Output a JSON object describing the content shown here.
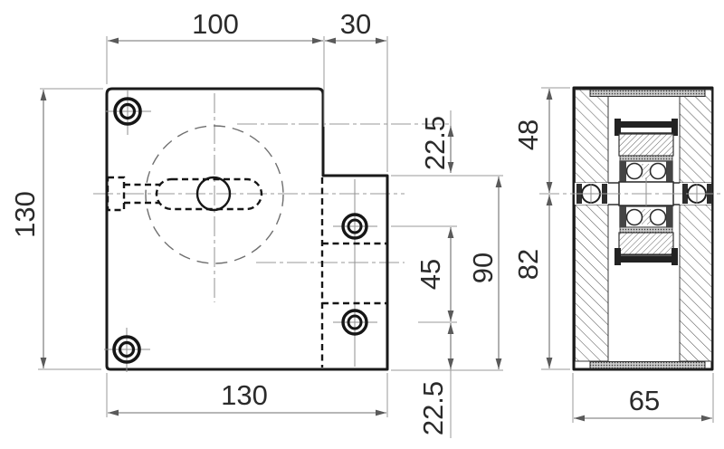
{
  "drawing_type": "2-view dimensioned mechanical drawing (tensioner block with roller section)",
  "colors": {
    "background": "#ffffff",
    "outline": "#1a1a1a",
    "hidden_line": "#161616",
    "thin_line": "#8f8f8f",
    "dimension_line": "#6f6f6f",
    "text": "#2b2b2b"
  },
  "front_view": {
    "dimensions": {
      "top_width": "100",
      "top_tab_width": "30",
      "left_height": "130",
      "bottom_width": "130",
      "roller_to_tab": "22.5",
      "hole_spacing": "45",
      "tab_height": "90",
      "hole_to_bottom": "22.5"
    }
  },
  "side_view": {
    "dimensions": {
      "top_to_axis": "48",
      "axis_to_bottom": "82",
      "width": "65"
    }
  }
}
